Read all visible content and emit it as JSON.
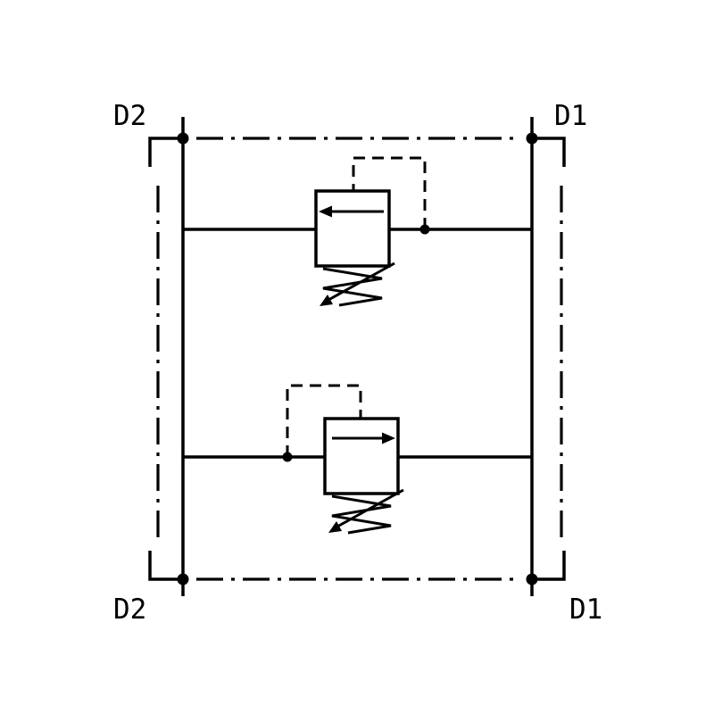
{
  "diagram": {
    "labels": {
      "top_left": "D2",
      "top_right": "D1",
      "bottom_left": "D2",
      "bottom_right": "D1"
    },
    "colors": {
      "line": "#000000",
      "background": "#ffffff"
    }
  }
}
